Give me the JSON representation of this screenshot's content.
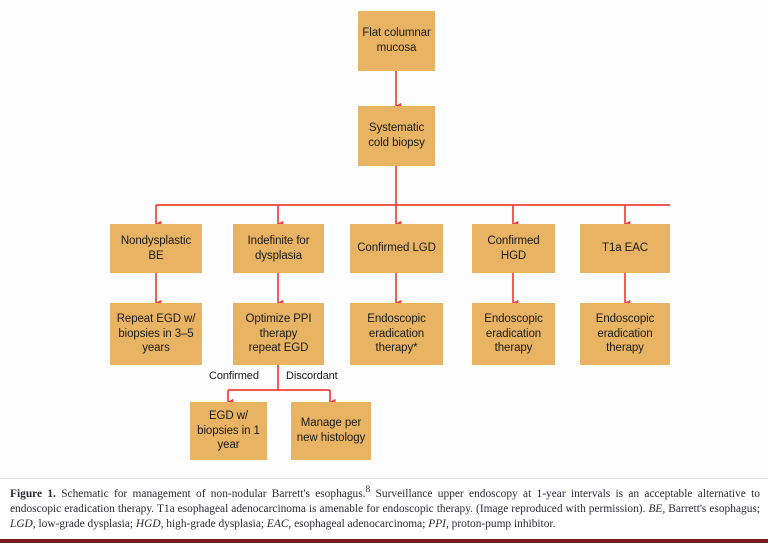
{
  "figure": {
    "number": "Figure 1.",
    "caption_part1": " Schematic for management of non-nodular Barrett's esophagus.",
    "caption_sup": "8",
    "caption_part2": " Surveillance upper endoscopy at 1-year intervals is an acceptable alternative to endoscopic eradication therapy. T1a esophageal adenocarcinoma is amenable for endoscopic therapy. (Image reproduced with permission). ",
    "abbr": [
      {
        "term": "BE,",
        "def": " Barrett's esophagus; "
      },
      {
        "term": "LGD,",
        "def": " low-grade dysplasia; "
      },
      {
        "term": "HGD,",
        "def": " high-grade dysplasia; "
      },
      {
        "term": "EAC,",
        "def": " esophageal adenocarcinoma; "
      },
      {
        "term": "PPI,",
        "def": " proton-pump inhibitor."
      }
    ]
  },
  "colors": {
    "node_fill": "#e8b464",
    "node_border": "#d7a355",
    "connector": "#f2403a",
    "text": "#1a1a1a",
    "rule": "#7b1a1a"
  },
  "flowchart": {
    "type": "flowchart",
    "nodes": [
      {
        "id": "flat-columnar-mucosa",
        "label": "Flat columnar\nmucosa"
      },
      {
        "id": "systematic-cold-biopsy",
        "label": "Systematic\ncold biopsy"
      },
      {
        "id": "nondysplastic-be",
        "label": "Nondysplastic\nBE"
      },
      {
        "id": "indefinite-for-dysplasia",
        "label": "Indefinite for\ndysplasia"
      },
      {
        "id": "confirmed-lgd",
        "label": "Confirmed LGD"
      },
      {
        "id": "confirmed-hgd",
        "label": "Confirmed\nHGD"
      },
      {
        "id": "t1a-eac",
        "label": "T1a EAC"
      },
      {
        "id": "repeat-egd-3-5-years",
        "label": "Repeat EGD w/\nbiopsies in 3–5\nyears"
      },
      {
        "id": "optimize-ppi-repeat-egd",
        "label": "Optimize PPI\ntherapy\nrepeat EGD"
      },
      {
        "id": "endoscopic-eradication-therapy-lgd",
        "label": "Endoscopic\neradication\ntherapy*"
      },
      {
        "id": "endoscopic-eradication-therapy-hgd",
        "label": "Endoscopic\neradication\ntherapy"
      },
      {
        "id": "endoscopic-eradication-therapy-eac",
        "label": "Endoscopic\neradication\ntherapy"
      },
      {
        "id": "egd-biopsies-1-year",
        "label": "EGD w/\nbiopsies in 1\nyear"
      },
      {
        "id": "manage-per-new-histology",
        "label": "Manage per\nnew histology"
      }
    ],
    "edge_labels": [
      {
        "id": "confirmed",
        "label": "Confirmed"
      },
      {
        "id": "discordant",
        "label": "Discordant"
      }
    ]
  }
}
